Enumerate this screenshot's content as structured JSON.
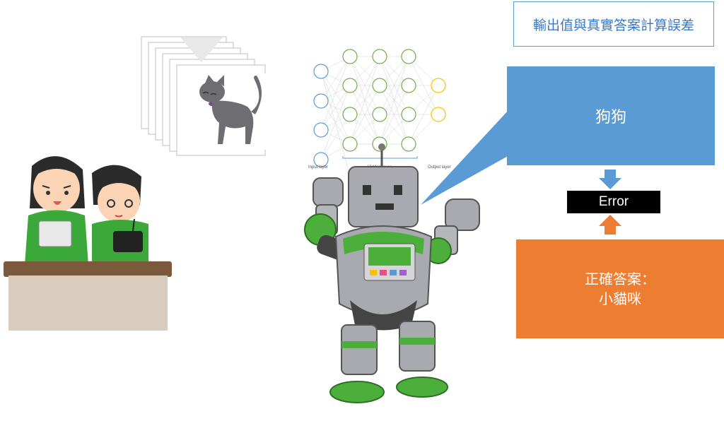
{
  "title_box": {
    "text": "輸出值與真實答案計算誤差"
  },
  "prediction_box": {
    "text": "狗狗"
  },
  "error_box": {
    "text": "Error"
  },
  "answer_box": {
    "line1": "正確答案：",
    "line2": "小貓咪"
  },
  "network": {
    "input_label": "Input layer",
    "hidden_label": "Hidden layer",
    "output_label": "Output layer"
  },
  "colors": {
    "blue": "#5b9bd5",
    "orange": "#ed7d31",
    "input_node": "#5b9bd5",
    "hidden_node": "#70ad47",
    "output_node": "#ffc000"
  }
}
